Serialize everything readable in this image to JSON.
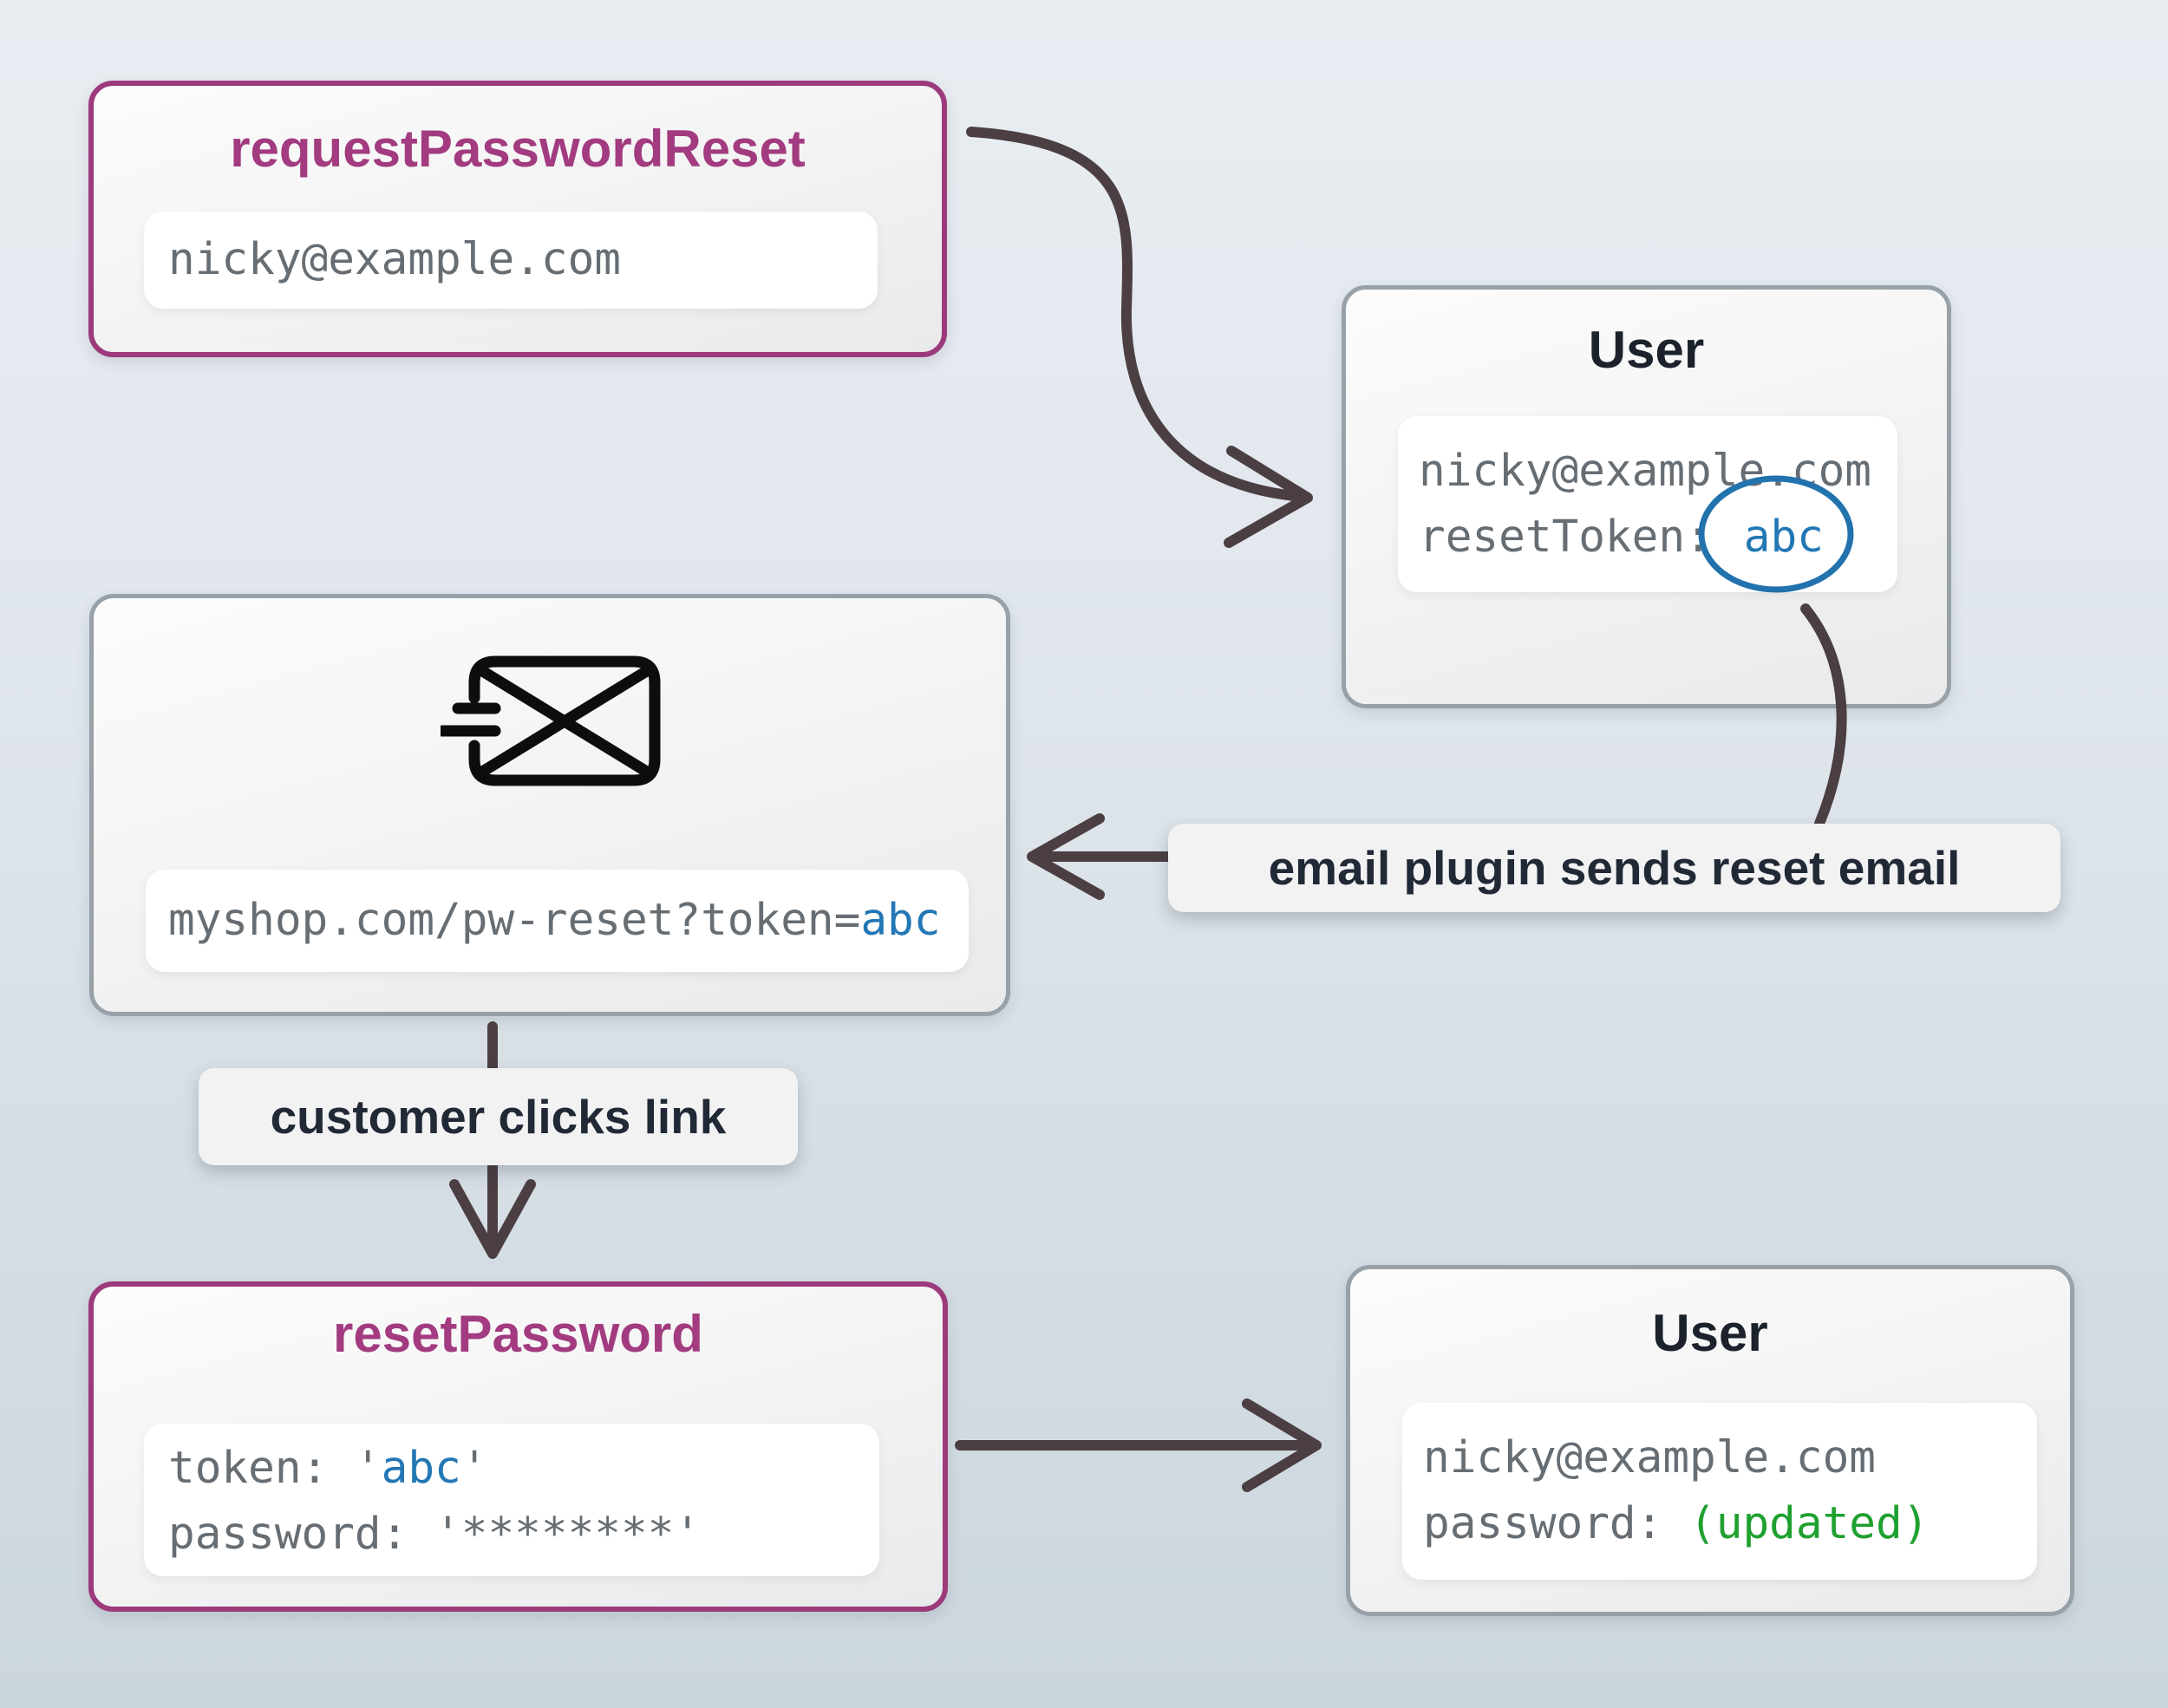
{
  "nodes": {
    "request_password_reset": {
      "title": "requestPasswordReset",
      "input_value": "nicky@example.com"
    },
    "user_top": {
      "title": "User",
      "email": "nicky@example.com",
      "token_key": "resetToken:",
      "token_value": "abc"
    },
    "email_message": {
      "icon": "send-email-icon",
      "url_prefix": "myshop.com/pw-reset?token=",
      "url_token": "abc"
    },
    "reset_password": {
      "title": "resetPassword",
      "token_prefix": "token: '",
      "token_value": "abc",
      "token_suffix": "'",
      "password_line": "password: '********'"
    },
    "user_bottom": {
      "title": "User",
      "email": "nicky@example.com",
      "password_key": "password: ",
      "password_value": "(updated)"
    }
  },
  "edge_labels": {
    "email_plugin": "email plugin sends reset email",
    "customer_clicks": "customer clicks link"
  },
  "colors": {
    "accent_purple": "#9c3a7c",
    "accent_blue": "#2277b4",
    "accent_green": "#1fa02f",
    "arrow": "#4b3f43",
    "code_gray": "#666d73",
    "token_circle_blue": "#2272ae"
  }
}
